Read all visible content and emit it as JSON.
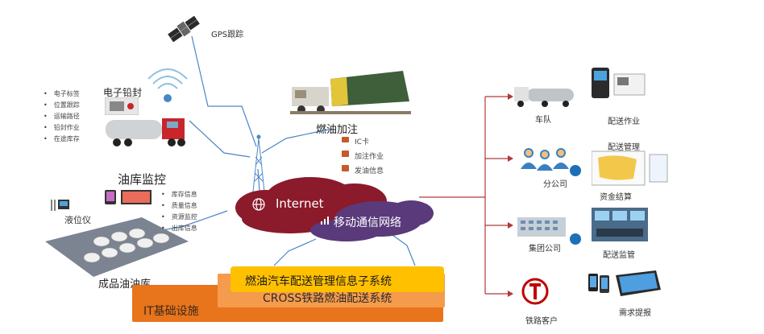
{
  "top": {
    "gps_label": "GPS跟踪"
  },
  "left": {
    "seal_title": "电子铅封",
    "seal_items": [
      "电子标签",
      "位置跟踪",
      "运输路径",
      "铅封作业",
      "在途库存"
    ],
    "depot_monitor_title": "油库监控",
    "depot_items": [
      "库存信息",
      "质量信息",
      "资源监控",
      "出库信息"
    ],
    "level_gauge_label": "液位仪",
    "depot_label": "成品油油库"
  },
  "center": {
    "fueling_title": "燃油加注",
    "fueling_items": [
      "IC卡",
      "加注作业",
      "发油信息"
    ],
    "internet_label": "Internet",
    "mobile_network_label": "移动通信网络"
  },
  "systems": {
    "subsystem_label": "燃油汽车配送管理信息子系统",
    "cross_label": "CROSS铁路燃油配送系统",
    "it_label": "IT基础设施"
  },
  "right": {
    "fleet_label": "车队",
    "delivery_op_label": "配送作业",
    "delivery_mgmt_label": "配送管理",
    "branch_label": "分公司",
    "settlement_label": "资金结算",
    "group_label": "集团公司",
    "delivery_monitor_label": "配送监管",
    "rail_customer_label": "铁路客户",
    "demand_label": "需求提报"
  },
  "colors": {
    "cloud_red": "#8b1a2b",
    "cloud_purple": "#5a3a7a",
    "band_yellow": "#ffc000",
    "band_orange_light": "#f59b4c",
    "band_orange_dark": "#e8741c",
    "line_blue": "#4a86c5",
    "line_red": "#b03a3a",
    "rail_red": "#c00000"
  }
}
